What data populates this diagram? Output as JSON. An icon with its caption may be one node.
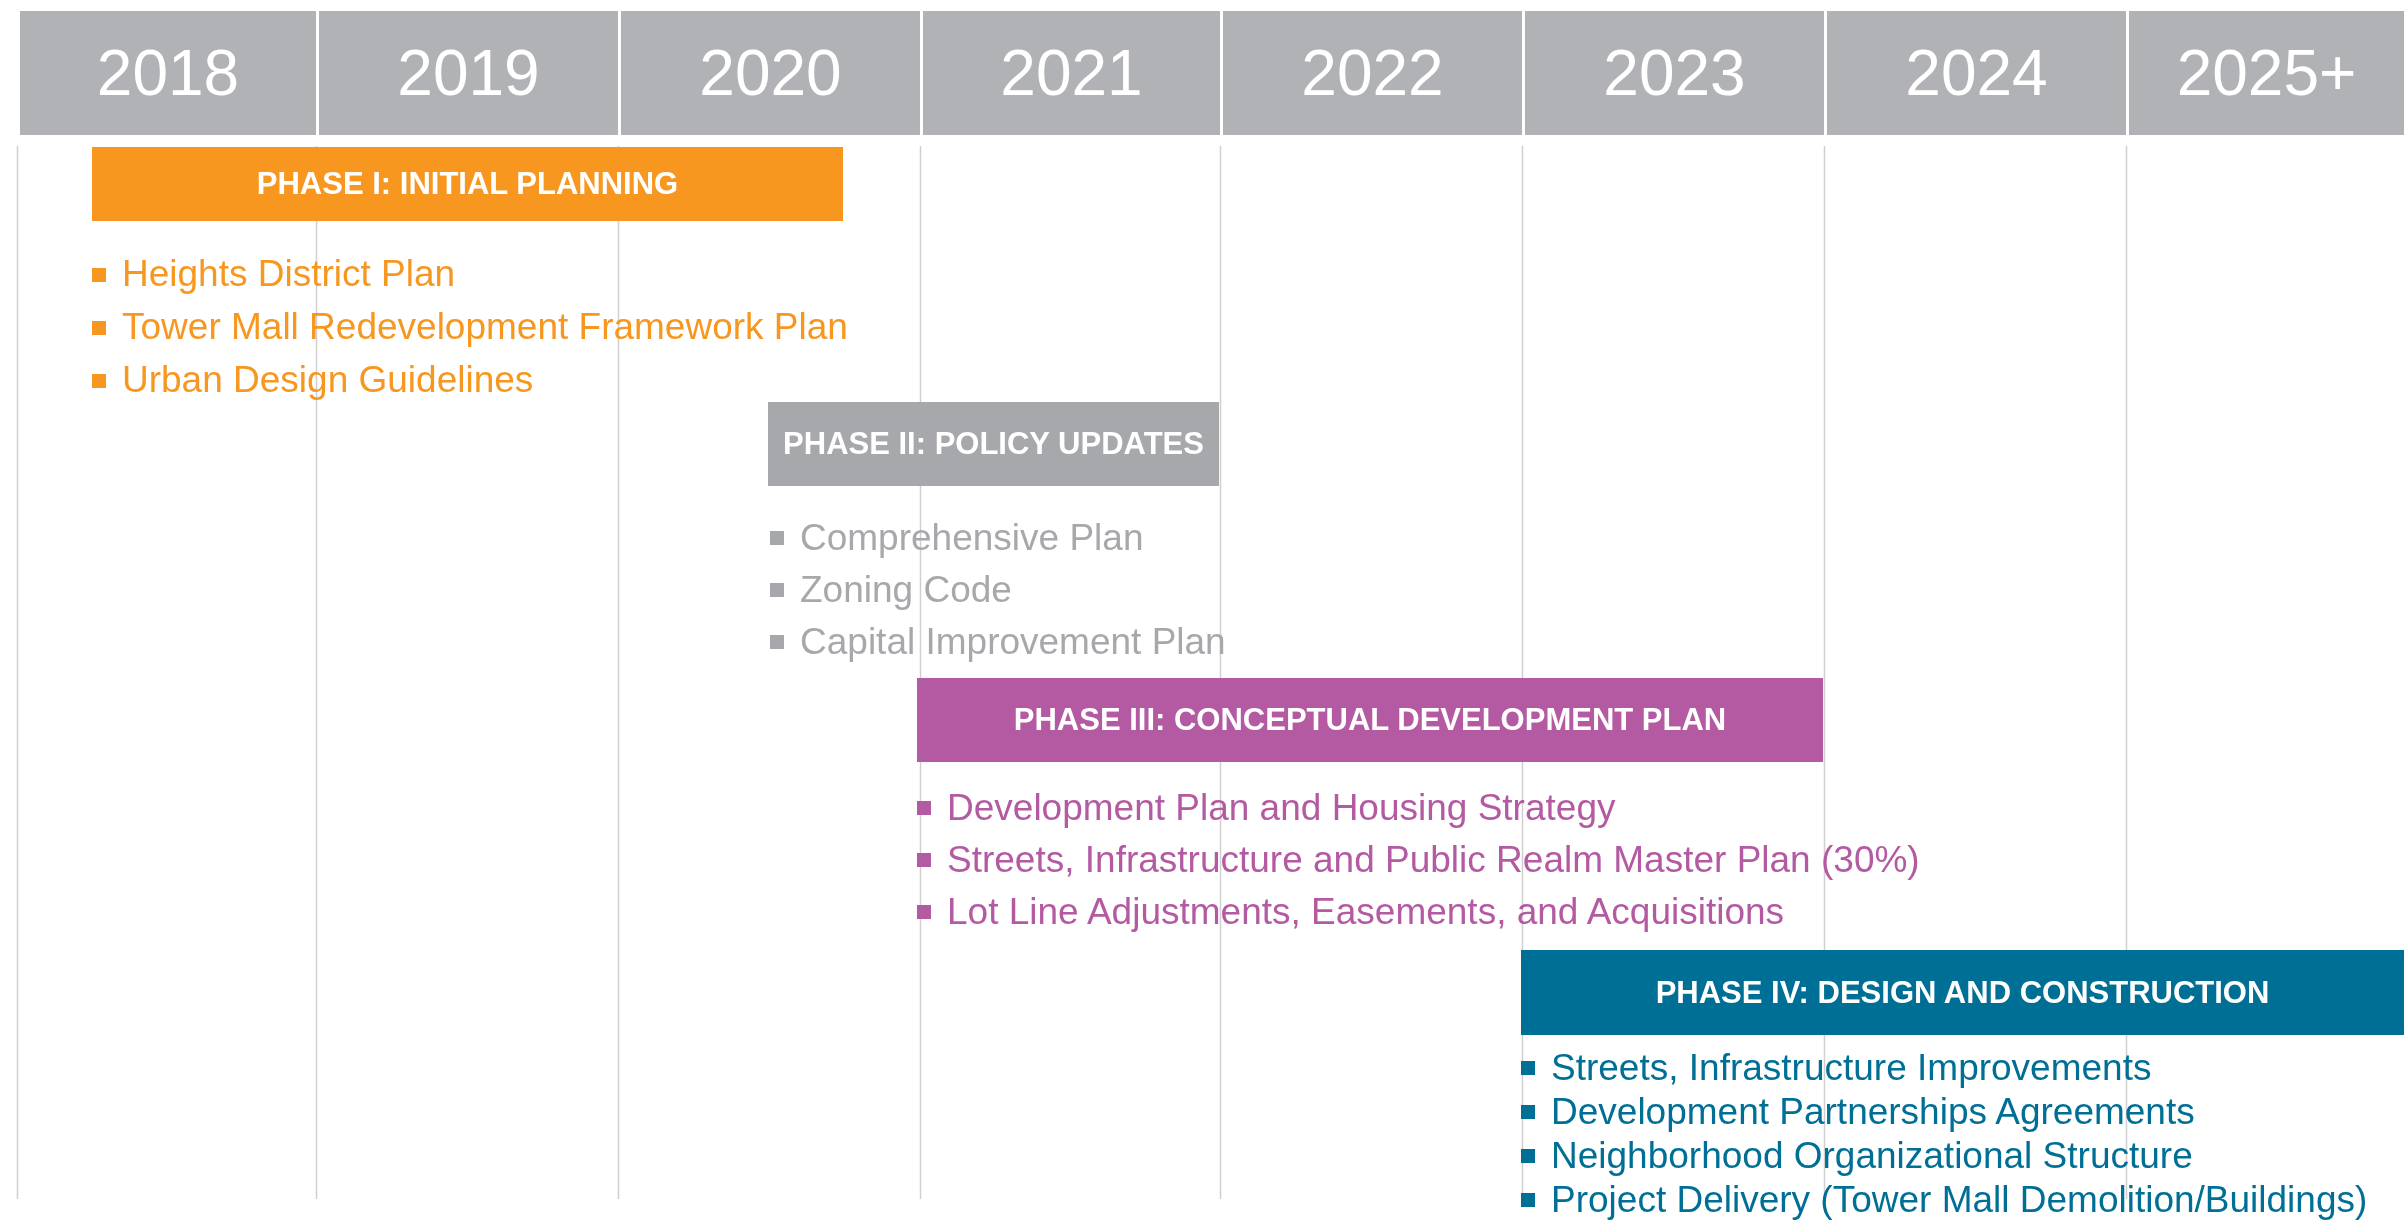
{
  "diagram": {
    "nodes": [
      {
        "text": [
          "2018"
        ]
      },
      {
        "text": [
          "2019"
        ]
      },
      {
        "text": [
          "2020"
        ]
      },
      {
        "text": [
          "2021"
        ]
      },
      {
        "text": [
          "2022"
        ]
      },
      {
        "text": [
          "2023"
        ]
      },
      {
        "text": [
          "2024"
        ]
      },
      {
        "text": [
          "2025+"
        ]
      },
      {
        "text": [
          "PHASE I: INITIAL PLANNING"
        ],
        "beside": [
          "Heights District Plan",
          "Tower Mall Redevelopment Framework Plan",
          "Urban Design Guidelines"
        ]
      },
      {
        "text": [
          "PHASE II: POLICY UPDATES"
        ],
        "beside": [
          "Comprehensive Plan",
          "Zoning Code",
          "Capital Improvement Plan"
        ]
      },
      {
        "text": [
          "PHASE III: CONCEPTUAL DEVELOPMENT PLAN"
        ],
        "beside": [
          "Development Plan and Housing Strategy",
          "Streets, Infrastructure and Public Realm Master Plan (30%)",
          "Lot Line Adjustments, Easements, and Acquisitions"
        ]
      },
      {
        "text": [
          "PHASE IV: DESIGN AND CONSTRUCTION"
        ],
        "beside": [
          "Streets, Infrastructure Improvements",
          "Development Partnerships Agreements",
          "Neighborhood Organizational Structure",
          "Project Delivery (Tower Mall Demolition/Buildings)"
        ]
      }
    ]
  }
}
